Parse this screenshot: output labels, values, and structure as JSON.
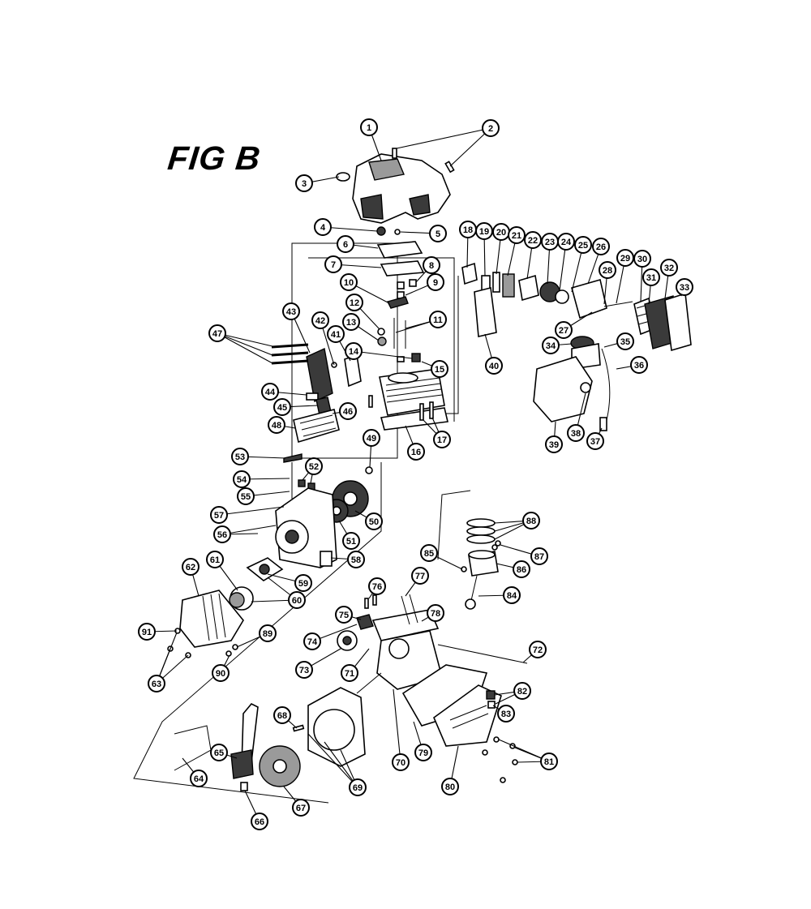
{
  "figure": {
    "title": "FIG B"
  },
  "callouts": [
    "1",
    "2",
    "3",
    "4",
    "5",
    "6",
    "7",
    "8",
    "9",
    "10",
    "11",
    "12",
    "13",
    "14",
    "15",
    "16",
    "17",
    "18",
    "19",
    "20",
    "21",
    "22",
    "23",
    "24",
    "25",
    "26",
    "27",
    "28",
    "29",
    "30",
    "31",
    "32",
    "33",
    "34",
    "35",
    "36",
    "37",
    "38",
    "39",
    "40",
    "41",
    "42",
    "43",
    "44",
    "45",
    "46",
    "47",
    "48",
    "49",
    "50",
    "51",
    "52",
    "53",
    "54",
    "55",
    "56",
    "57",
    "58",
    "59",
    "60",
    "61",
    "62",
    "63",
    "64",
    "65",
    "66",
    "67",
    "68",
    "69",
    "70",
    "71",
    "72",
    "73",
    "74",
    "75",
    "76",
    "77",
    "78",
    "79",
    "80",
    "81",
    "82",
    "83",
    "84",
    "85",
    "86",
    "87",
    "88",
    "89",
    "90",
    "91"
  ]
}
